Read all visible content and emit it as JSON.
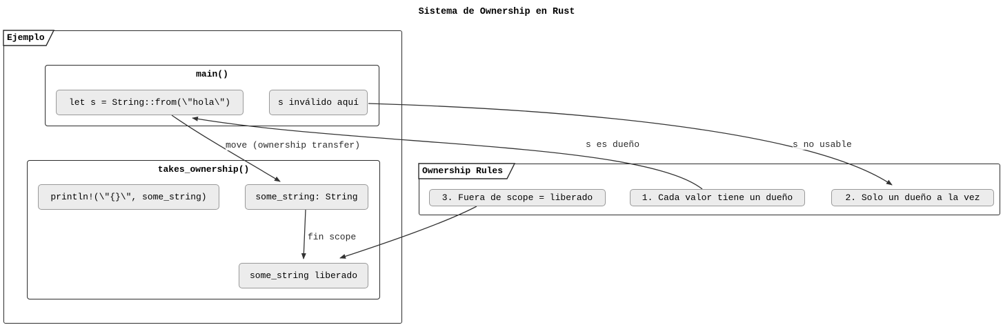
{
  "title": "Sistema de Ownership en Rust",
  "frames": {
    "ejemplo": {
      "label": "Ejemplo"
    },
    "ownership_rules": {
      "label": "Ownership Rules"
    }
  },
  "subgraphs": {
    "main_fn": {
      "label": "main()"
    },
    "takes_ownership_fn": {
      "label": "takes_ownership()"
    }
  },
  "nodes": {
    "let_s": {
      "text": "let s = String::from(\\\"hola\\\")"
    },
    "s_invalido": {
      "text": "s inválido aquí"
    },
    "println_call": {
      "text": "println!(\\\"{}\\\", some_string)"
    },
    "some_string": {
      "text": "some_string: String"
    },
    "liberado": {
      "text": "some_string liberado"
    },
    "rule1": {
      "text": "1. Cada valor tiene un dueño"
    },
    "rule2": {
      "text": "2. Solo un dueño a la vez"
    },
    "rule3": {
      "text": "3. Fuera de scope = liberado"
    }
  },
  "edges": {
    "move": {
      "label": "move (ownership transfer)",
      "from": "let_s",
      "to": "some_string"
    },
    "s_es_dueno": {
      "label": "s es dueño",
      "from": "rule1",
      "to": "let_s"
    },
    "s_no_usable": {
      "label": "s no usable",
      "from": "s_invalido",
      "to": "rule2"
    },
    "fin_scope": {
      "label": "fin scope",
      "from": "some_string",
      "to": "liberado"
    },
    "scope_free": {
      "label": "",
      "from": "rule3",
      "to": "liberado"
    }
  },
  "colors": {
    "node_fill": "#ececec",
    "node_border": "#999999",
    "frame_border": "#2b2b2b",
    "line": "#333333",
    "background": "#ffffff"
  }
}
